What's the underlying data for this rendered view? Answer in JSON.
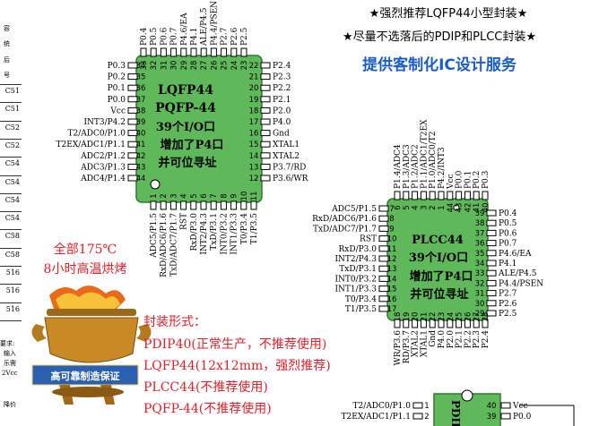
{
  "colors": {
    "chip_green": "#5fb85a",
    "chip_border": "#2e7a2e",
    "pin_fill": "#ffffff",
    "label_blue": "#1a5cc8",
    "red_text": "#e0202a",
    "black_text": "#000000"
  },
  "left_table": {
    "top_notes": [
      "容",
      "统",
      "后",
      "号"
    ],
    "rows": [
      "C51",
      "C51",
      "C52",
      "C52",
      "C54",
      "C54",
      "C54",
      "C54",
      "C58",
      "C58",
      "516",
      "516",
      "516"
    ],
    "bottom_notes": [
      "要求:",
      "输入",
      "乐需",
      "2Vcc"
    ],
    "footer": "降价"
  },
  "promo": {
    "line1": "★强烈推荐LQFP44小型封装★",
    "line2": "★尽量不选落后的PDIP和PLCC封装★",
    "service": "提供客制化IC设计服务"
  },
  "lqfp": {
    "title1": "LQFP44",
    "title2": "PQFP-44",
    "title3": "39个I/O口",
    "title4": "增加了P4口",
    "title5": "并可位寻址",
    "top_pins": [
      "P0.4",
      "P0.5",
      "P0.6",
      "P0.7",
      "P4.6/EA",
      "P4.1",
      "ALE/P4.5",
      "P4.4/PSEN",
      "P2.7",
      "P2.6",
      "P2.5"
    ],
    "top_nums": [
      "33",
      "32",
      "31",
      "30",
      "29",
      "28",
      "27",
      "26",
      "25",
      "24",
      "23"
    ],
    "left_pins": [
      "P0.3",
      "P0.2",
      "P0.1",
      "P0.0",
      "Vcc",
      "INT3/P4.2",
      "T2/ADC0/P1.0",
      "T2EX/ADC1/P1.1",
      "ADC2/P1.2",
      "ADC3/P1.3",
      "ADC4/P1.4"
    ],
    "left_nums": [
      "34",
      "35",
      "36",
      "37",
      "38",
      "39",
      "40",
      "41",
      "42",
      "43",
      "44"
    ],
    "right_pins": [
      "P2.4",
      "P2.3",
      "P2.2",
      "P2.1",
      "P2.0",
      "P4.0",
      "Gnd",
      "XTAL1",
      "XTAL2",
      "P3.7/RD",
      "P3.6/WR"
    ],
    "right_nums": [
      "22",
      "21",
      "20",
      "19",
      "18",
      "17",
      "16",
      "15",
      "14",
      "13",
      "12"
    ],
    "bottom_pins": [
      "ADC5/P1.5",
      "RxD/ADC6/P1.6",
      "TxD/ADC7/P1.7",
      "RST",
      "RxD/P3.0",
      "INT2/P4.3",
      "TxD/P3.1",
      "INT0/P3.2",
      "INT1/P3.3",
      "T0/P3.4",
      "T1/P3.5"
    ],
    "bottom_nums": [
      "1",
      "2",
      "3",
      "4",
      "5",
      "6",
      "7",
      "8",
      "9",
      "10",
      "11"
    ]
  },
  "plcc": {
    "title1": "PLCC44",
    "title2": "39个I/O口",
    "title3": "增加了P4口",
    "title4": "并可位寻址",
    "top_pins": [
      "P1.4/ADC4",
      "P1.3/ADC3",
      "P1.2/ADC2",
      "P1.1/ADC1/T2EX",
      "P1.0/ADC0/T2",
      "P4.2/INT3",
      "Vcc",
      "P0.0",
      "P0.1",
      "P0.2",
      "P0.3"
    ],
    "top_nums": [
      "6",
      "5",
      "4",
      "3",
      "2",
      "1",
      "44",
      "43",
      "42",
      "41",
      "40"
    ],
    "left_pins": [
      "ADC5/P1.5",
      "RxD/ADC6/P1.6",
      "TxD/ADC7/P1.7",
      "RST",
      "RxD/P3.0",
      "INT2/P4.3",
      "TxD/P3.1",
      "INT0/P3.2",
      "INT1/P3.3",
      "T0/P3.4",
      "T1/P3.5"
    ],
    "left_nums": [
      "7",
      "8",
      "9",
      "10",
      "11",
      "12",
      "13",
      "14",
      "15",
      "16",
      "17"
    ],
    "right_pins": [
      "P0.4",
      "P0.5",
      "P0.6",
      "P0.7",
      "P4.6/EA",
      "P4.1",
      "ALE/P4.5",
      "P4.4/PSEN",
      "P2.7",
      "P2.6",
      "P2.5"
    ],
    "right_nums": [
      "39",
      "38",
      "37",
      "36",
      "35",
      "34",
      "33",
      "32",
      "31",
      "30",
      "29"
    ],
    "bottom_pins": [
      "WR/P3.6",
      "RD/P3.7",
      "XTAL2",
      "XTAL1",
      "Gnd",
      "P4.0",
      "P2.0",
      "P2.1",
      "P2.2",
      "P2.3",
      "P2.4"
    ],
    "bottom_nums": [
      "18",
      "19",
      "20",
      "21",
      "22",
      "23",
      "24",
      "25",
      "26",
      "27",
      "28"
    ]
  },
  "aging": {
    "line1": "全部175℃",
    "line2": "8小时高温烘烤"
  },
  "urn_label": "高可靠制造保证",
  "packages": {
    "heading": "封装形式：",
    "items": [
      "PDIP40(正常生产，不推荐使用)",
      "LQFP44(12x12mm，强烈推荐)",
      "PLCC44(不推荐使用)",
      "PQFP-44(不推荐使用)"
    ]
  },
  "pdip": {
    "title": "PDIP",
    "left_pins": [
      "T2/ADC0/P1.0",
      "T2EX/ADC1/P1.1"
    ],
    "left_nums": [
      "1",
      "2"
    ],
    "right_pins": [
      "Vcc",
      "P0.0"
    ],
    "right_nums": [
      "40",
      "39"
    ]
  }
}
